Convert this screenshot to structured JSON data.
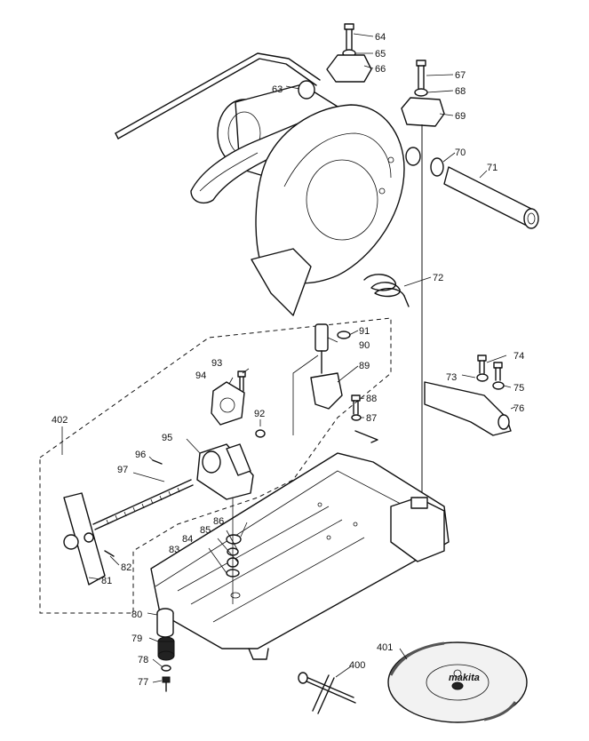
{
  "diagram": {
    "parts": [
      {
        "id": "p64",
        "label": "64"
      },
      {
        "id": "p65",
        "label": "65"
      },
      {
        "id": "p66",
        "label": "66"
      },
      {
        "id": "p63",
        "label": "63"
      },
      {
        "id": "p67",
        "label": "67"
      },
      {
        "id": "p68",
        "label": "68"
      },
      {
        "id": "p69",
        "label": "69"
      },
      {
        "id": "p70",
        "label": "70"
      },
      {
        "id": "p71",
        "label": "71"
      },
      {
        "id": "p72",
        "label": "72"
      },
      {
        "id": "p91",
        "label": "91"
      },
      {
        "id": "p90",
        "label": "90"
      },
      {
        "id": "p93",
        "label": "93"
      },
      {
        "id": "p89",
        "label": "89"
      },
      {
        "id": "p94",
        "label": "94"
      },
      {
        "id": "p74",
        "label": "74"
      },
      {
        "id": "p73",
        "label": "73"
      },
      {
        "id": "p75",
        "label": "75"
      },
      {
        "id": "p88",
        "label": "88"
      },
      {
        "id": "p92",
        "label": "92"
      },
      {
        "id": "p87",
        "label": "87"
      },
      {
        "id": "p76",
        "label": "76"
      },
      {
        "id": "p402",
        "label": "402"
      },
      {
        "id": "p95",
        "label": "95"
      },
      {
        "id": "p96",
        "label": "96"
      },
      {
        "id": "p97",
        "label": "97"
      },
      {
        "id": "p86",
        "label": "86"
      },
      {
        "id": "p85",
        "label": "85"
      },
      {
        "id": "p84",
        "label": "84"
      },
      {
        "id": "p83",
        "label": "83"
      },
      {
        "id": "p82",
        "label": "82"
      },
      {
        "id": "p81",
        "label": "81"
      },
      {
        "id": "p80",
        "label": "80"
      },
      {
        "id": "p79",
        "label": "79"
      },
      {
        "id": "p78",
        "label": "78"
      },
      {
        "id": "p77",
        "label": "77"
      },
      {
        "id": "p400",
        "label": "400"
      },
      {
        "id": "p401",
        "label": "401"
      }
    ],
    "logo": {
      "text": "makita"
    }
  }
}
